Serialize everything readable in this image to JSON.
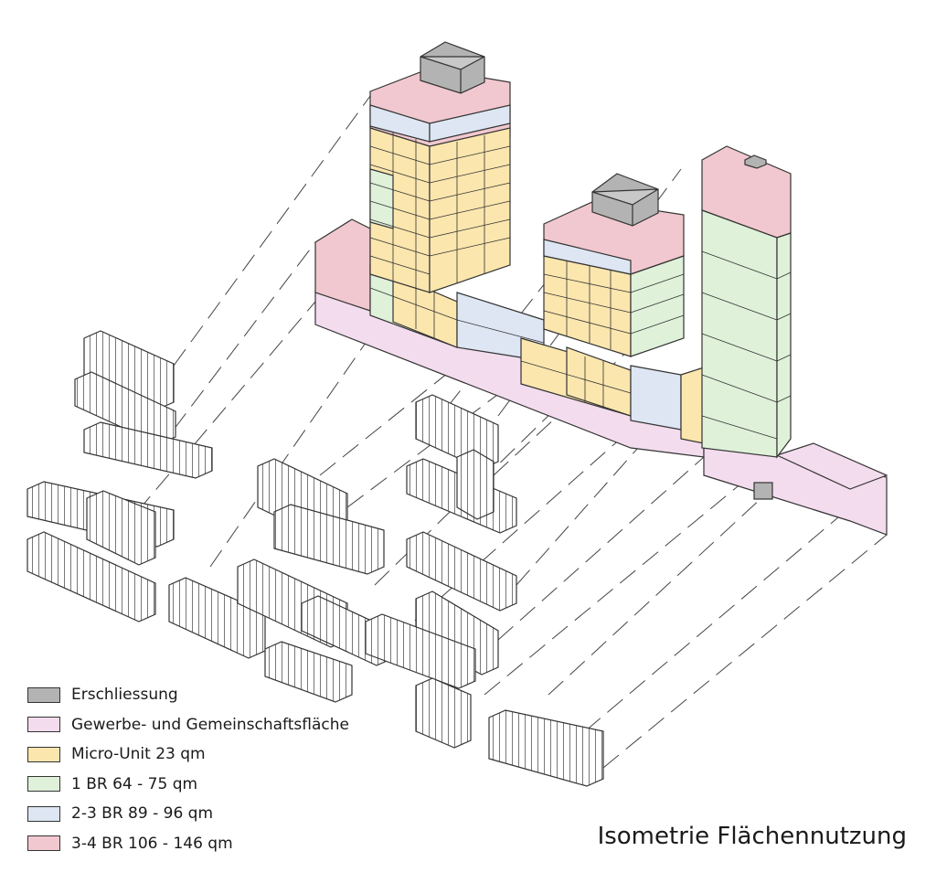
{
  "title": "Isometrie Flächennutzung",
  "colors": {
    "erschliessung": "#b3b3b3",
    "gewerbe": "#f3dcee",
    "micro": "#fbe6ae",
    "br1": "#dff1d9",
    "br23": "#dde6f2",
    "br34": "#f1c8cf",
    "line": "#333333"
  },
  "legend": [
    {
      "key": "erschliessung",
      "label": "Erschliessung",
      "color": "#b3b3b3"
    },
    {
      "key": "gewerbe",
      "label": "Gewerbe- und Gemeinschaftsfläche",
      "color": "#f3dcee"
    },
    {
      "key": "micro",
      "label": "Micro-Unit 23 qm",
      "color": "#fbe6ae"
    },
    {
      "key": "br1",
      "label": "1 BR 64 - 75 qm",
      "color": "#dff1d9"
    },
    {
      "key": "br23",
      "label": "2-3 BR 89 - 96 qm",
      "color": "#dde6f2"
    },
    {
      "key": "br34",
      "label": "3-4 BR 106 - 146 qm",
      "color": "#f1c8cf"
    }
  ]
}
